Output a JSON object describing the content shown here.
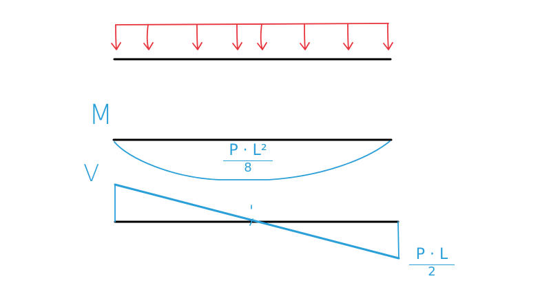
{
  "colors": {
    "load": "#e8343d",
    "beam": "#000000",
    "diagram": "#2a9fd8"
  },
  "labels": {
    "moment_symbol": "M",
    "shear_symbol": "V"
  },
  "moment_formula": {
    "numerator": "P · L²",
    "denominator": "8"
  },
  "shear_formula": {
    "numerator": "P · L",
    "denominator": "2"
  },
  "load": {
    "arrow_count": 8
  }
}
